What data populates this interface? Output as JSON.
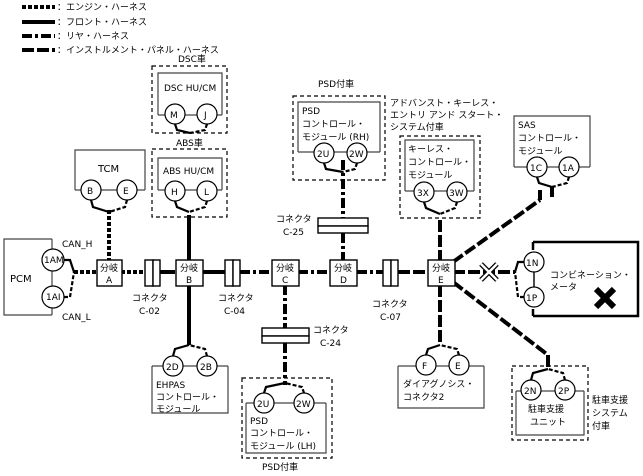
{
  "legend": [
    {
      "style": "engine",
      "label": "：エンジン・ハーネス"
    },
    {
      "style": "front",
      "label": "：フロント・ハーネス"
    },
    {
      "style": "rear",
      "label": "：リヤ・ハーネス"
    },
    {
      "style": "instrument",
      "label": "：インストルメント・パネル・ハーネス"
    }
  ],
  "modules": {
    "pcm": {
      "name": "PCM",
      "pins": [
        "1AM",
        "1AI"
      ],
      "can_h": "CAN_H",
      "can_l": "CAN_L"
    },
    "tcm": {
      "name": "TCM",
      "pins": [
        "B",
        "E"
      ]
    },
    "dsc": {
      "group": "DSC車",
      "name": "DSC HU/CM",
      "pins": [
        "M",
        "J"
      ]
    },
    "abs": {
      "group": "ABS車",
      "name": "ABS HU/CM",
      "pins": [
        "H",
        "L"
      ]
    },
    "ehpas": {
      "lines": [
        "EHPAS",
        "コントロール・",
        "モジュール"
      ],
      "pins": [
        "2D",
        "2B"
      ]
    },
    "psd_lh": {
      "group": "PSD付車",
      "lines": [
        "PSD",
        "コントロール・",
        "モジュール (LH)"
      ],
      "pins": [
        "2U",
        "2W"
      ]
    },
    "psd_rh": {
      "group": "PSD付車",
      "lines": [
        "PSD",
        "コントロール・",
        "モジュール (RH)"
      ],
      "pins": [
        "2U",
        "2W"
      ]
    },
    "keyless": {
      "group": [
        "アドバンスト・キーレス・",
        "エントリ アンド スタート・",
        "システム付車"
      ],
      "lines": [
        "キーレス・",
        "コントロール・",
        "モジュール"
      ],
      "pins": [
        "3X",
        "3W"
      ]
    },
    "sas": {
      "lines": [
        "SAS",
        "コントロール・",
        "モジュール"
      ],
      "pins": [
        "1C",
        "1A"
      ]
    },
    "meter": {
      "lines": [
        "コンビネーション・",
        "メータ"
      ],
      "pins": [
        "1N",
        "1P"
      ]
    },
    "diag": {
      "lines": [
        "ダイアグノシス・",
        "コネクタ2"
      ],
      "pins": [
        "F",
        "E"
      ]
    },
    "park": {
      "group": [
        "駐車支援",
        "システム",
        "付車"
      ],
      "lines": [
        "駐車支援",
        "ユニット"
      ],
      "pins": [
        "2N",
        "2P"
      ]
    }
  },
  "junctions": [
    {
      "label": "分岐",
      "id": "A"
    },
    {
      "label": "分岐",
      "id": "B"
    },
    {
      "label": "分岐",
      "id": "C"
    },
    {
      "label": "分岐",
      "id": "D"
    },
    {
      "label": "分岐",
      "id": "E"
    }
  ],
  "connectors": [
    {
      "label": "コネクタ",
      "id": "C-02"
    },
    {
      "label": "コネクタ",
      "id": "C-04"
    },
    {
      "label": "コネクタ",
      "id": "C-07"
    },
    {
      "label": "コネクタ",
      "id": "C-24"
    },
    {
      "label": "コネクタ",
      "id": "C-25"
    }
  ]
}
